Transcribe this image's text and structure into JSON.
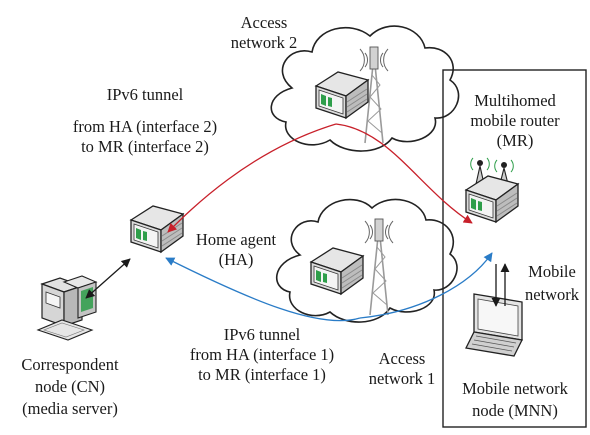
{
  "access_network_2": {
    "line1": "Access",
    "line2": "network 2"
  },
  "access_network_1": {
    "line1": "Access",
    "line2": "network 1"
  },
  "tunnel_2_label": {
    "line1": "IPv6 tunnel",
    "line2": "from HA (interface 2)",
    "line3": "to MR (interface 2)"
  },
  "tunnel_1_label": {
    "line1": "IPv6 tunnel",
    "line2": "from HA (interface 1)",
    "line3": "to MR (interface 1)"
  },
  "home_agent": {
    "line1": "Home agent",
    "line2": "(HA)"
  },
  "correspondent_node": {
    "line1": "Correspondent",
    "line2": "node (CN)",
    "line3": "(media server)"
  },
  "mobile_router": {
    "line1": "Multihomed",
    "line2": "mobile router",
    "line3": "(MR)"
  },
  "mobile_network": {
    "line1": "Mobile",
    "line2": "network"
  },
  "mobile_network_node": {
    "line1": "Mobile network",
    "line2": "node (MNN)"
  },
  "colors": {
    "tunnel_2": "#c8202a",
    "tunnel_1": "#2a7cc7",
    "router_accent": "#2e9e4a"
  }
}
